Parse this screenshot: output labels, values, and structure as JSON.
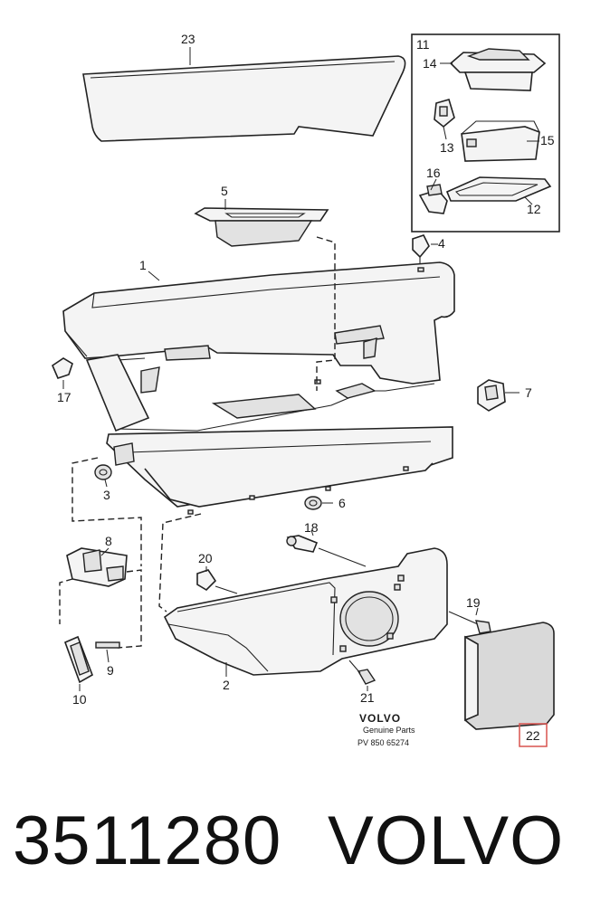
{
  "diagram": {
    "callouts": [
      "1",
      "2",
      "3",
      "4",
      "5",
      "6",
      "7",
      "8",
      "9",
      "10",
      "11",
      "12",
      "13",
      "14",
      "15",
      "16",
      "17",
      "18",
      "19",
      "20",
      "21",
      "22",
      "23"
    ],
    "highlighted_callout": "22",
    "highlight_color": "#d9534f",
    "stamp": {
      "brand": "VOLVO",
      "line2": "Genuine Parts",
      "line3": "PV  850 65274"
    }
  },
  "caption": {
    "part_number": "3511280",
    "brand": "VOLVO"
  }
}
